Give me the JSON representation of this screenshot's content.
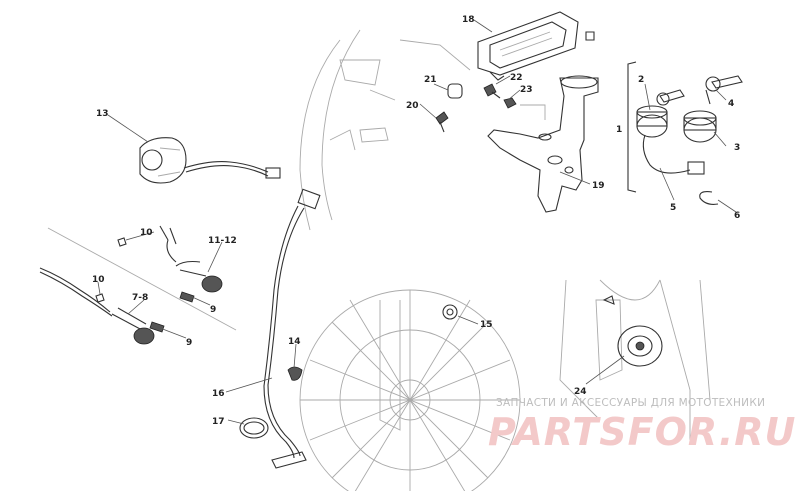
{
  "callouts": {
    "c1": "1",
    "c2": "2",
    "c3": "3",
    "c4": "4",
    "c5": "5",
    "c6": "6",
    "c7_8": "7-8",
    "c9a": "9",
    "c9b": "9",
    "c10a": "10",
    "c10b": "10",
    "c11_12": "11-12",
    "c13": "13",
    "c14": "14",
    "c15": "15",
    "c16": "16",
    "c17": "17",
    "c18": "18",
    "c19": "19",
    "c20": "20",
    "c21": "21",
    "c22": "22",
    "c23": "23",
    "c24": "24"
  },
  "watermark": {
    "tagline": "ЗАПЧАСТИ И АКСЕССУАРЫ ДЛЯ МОТОТЕХНИКИ",
    "logo": "PARTSFOR.RU"
  },
  "colors": {
    "ink": "#333333",
    "watermark_red": "#f3c9c9",
    "watermark_gray": "#bdbdbd"
  }
}
